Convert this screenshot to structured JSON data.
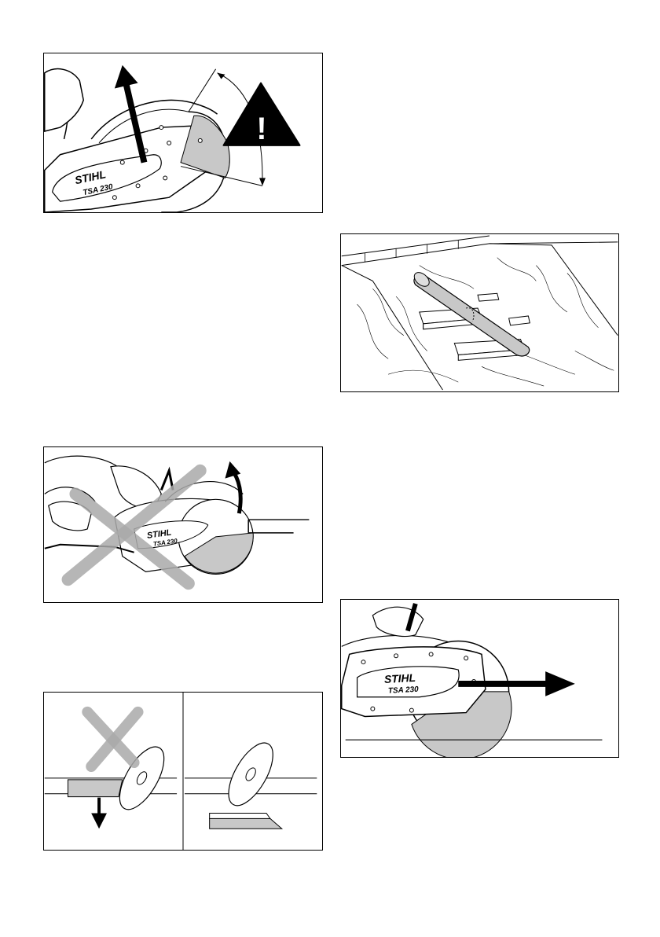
{
  "figures": {
    "kickback": {
      "brand": "STIHL",
      "model": "TSA 230",
      "warning_symbol": "!"
    },
    "pipe_support": {},
    "wrong_grip": {
      "brand": "STIHL",
      "model": "TSA 230"
    },
    "offcut": {},
    "pull_cut": {
      "brand": "STIHL",
      "model": "TSA 230"
    }
  },
  "footer": {
    "text": ""
  },
  "colors": {
    "line": "#000000",
    "shade": "#c8c8c8",
    "cross": "#aaaaaa",
    "panel_bg": "#ffffff"
  }
}
